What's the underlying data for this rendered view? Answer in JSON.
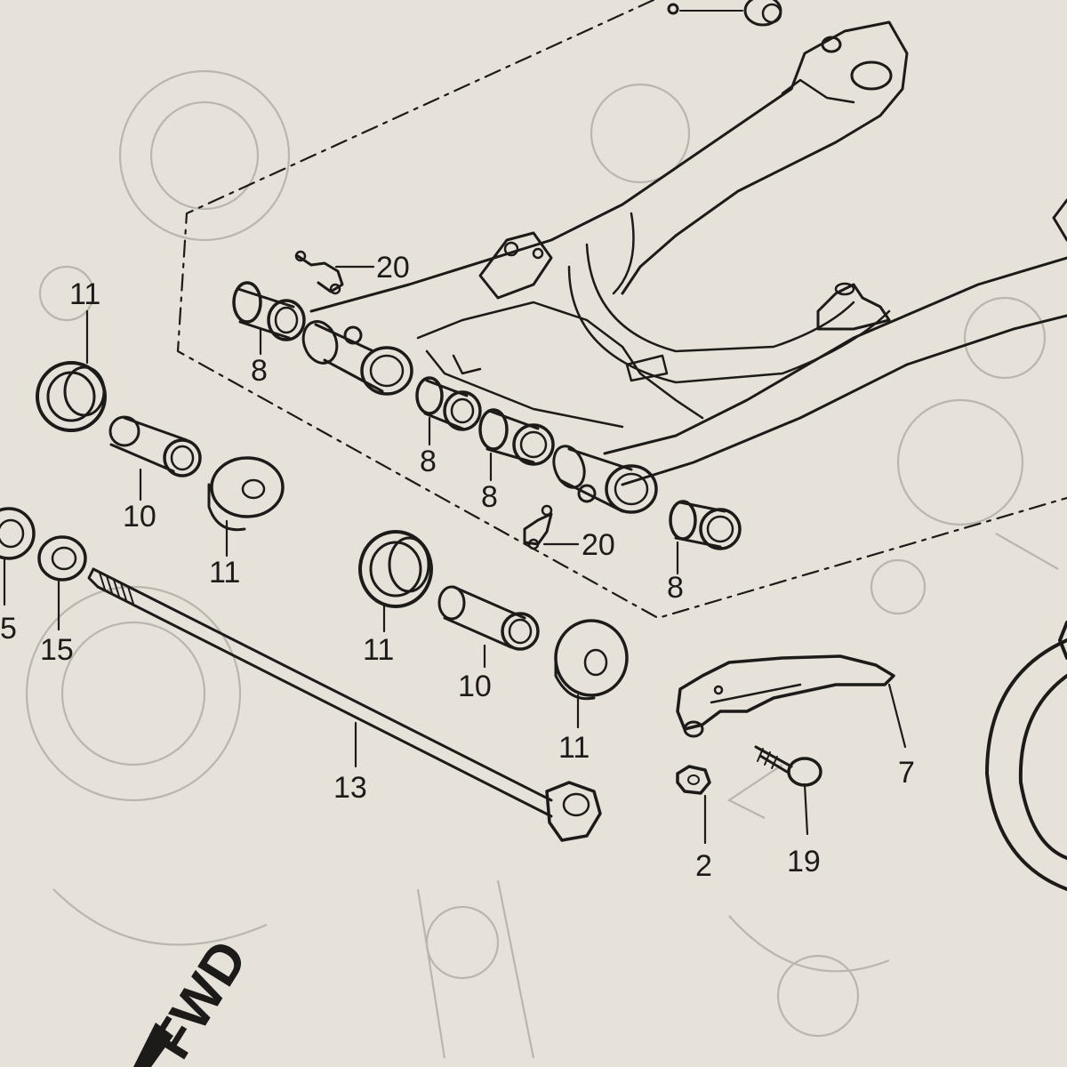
{
  "diagram": {
    "callouts": [
      {
        "id": "c20a",
        "text": "20"
      },
      {
        "id": "c11a",
        "text": "11"
      },
      {
        "id": "c8a",
        "text": "8"
      },
      {
        "id": "c8b",
        "text": "8"
      },
      {
        "id": "c8c",
        "text": "8"
      },
      {
        "id": "c20b",
        "text": "20"
      },
      {
        "id": "c8d",
        "text": "8"
      },
      {
        "id": "c10a",
        "text": "10"
      },
      {
        "id": "c11b",
        "text": "11"
      },
      {
        "id": "c5",
        "text": "5"
      },
      {
        "id": "c15",
        "text": "15"
      },
      {
        "id": "c11c",
        "text": "11"
      },
      {
        "id": "c10b",
        "text": "10"
      },
      {
        "id": "c11d",
        "text": "11"
      },
      {
        "id": "c13",
        "text": "13"
      },
      {
        "id": "c7",
        "text": "7"
      },
      {
        "id": "c2",
        "text": "2"
      },
      {
        "id": "c19",
        "text": "19"
      }
    ],
    "watermark": "FWD",
    "colors": {
      "ink": "#1d1b19",
      "paper": "#e6e2d9",
      "ghost": "#b9b6ae"
    }
  }
}
